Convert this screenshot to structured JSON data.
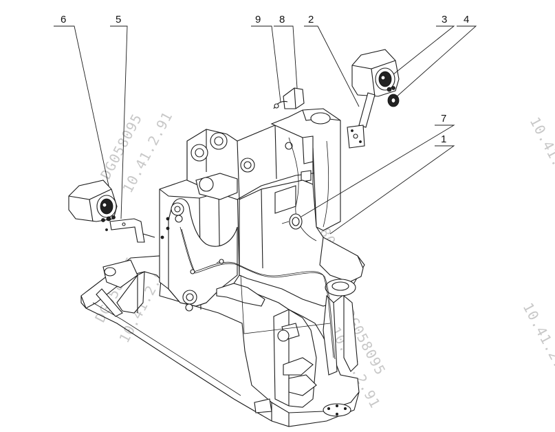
{
  "callouts": [
    {
      "id": "c6",
      "label": "6"
    },
    {
      "id": "c5",
      "label": "5"
    },
    {
      "id": "c9",
      "label": "9"
    },
    {
      "id": "c8",
      "label": "8"
    },
    {
      "id": "c2",
      "label": "2"
    },
    {
      "id": "c3",
      "label": "3"
    },
    {
      "id": "c4",
      "label": "4"
    },
    {
      "id": "c7",
      "label": "7"
    },
    {
      "id": "c1",
      "label": "1"
    }
  ],
  "watermark": {
    "code": "DG058095",
    "version": "10.41.2.91"
  },
  "colors": {
    "line": "#1a1a1a",
    "watermark": "#c8c8c8",
    "background": "#ffffff"
  }
}
